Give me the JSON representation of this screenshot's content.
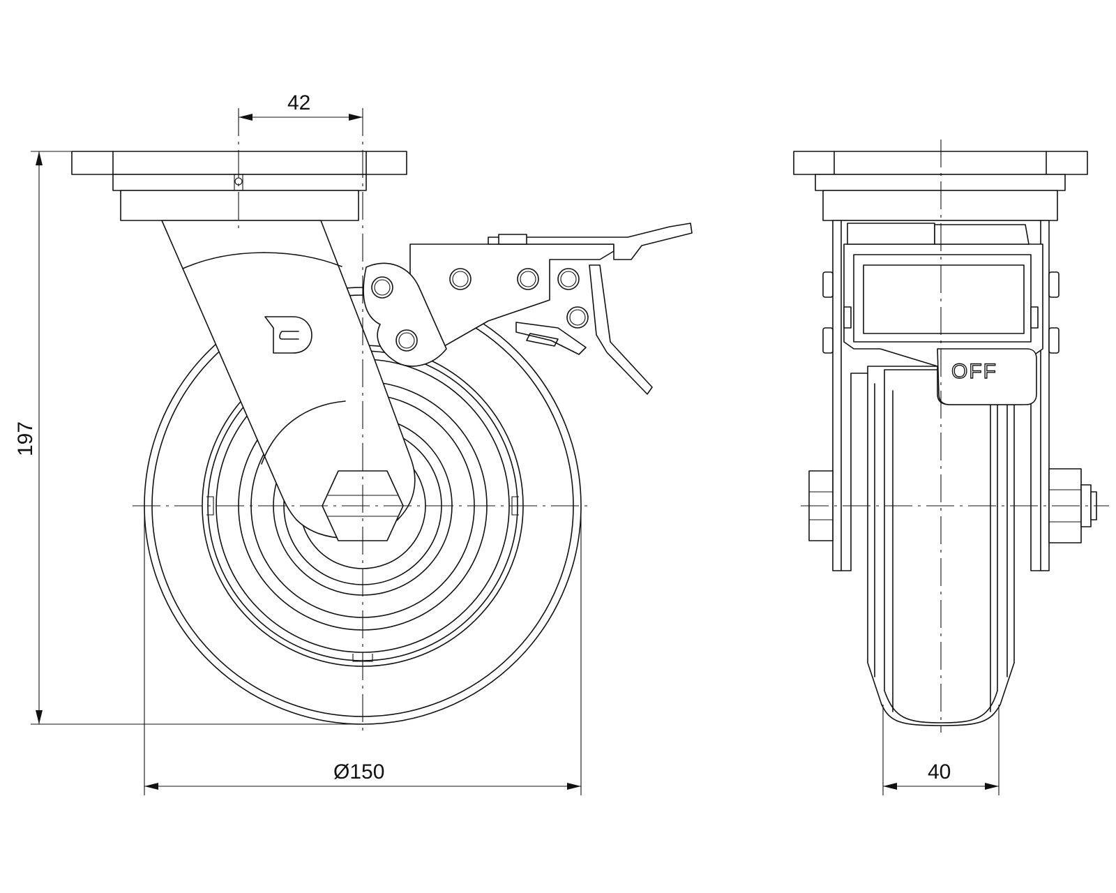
{
  "dimensions": {
    "swivel_offset": "42",
    "overall_height": "197",
    "wheel_diameter": "Ø150",
    "wheel_width": "40"
  },
  "brake_label": "OFF",
  "logo_letter": "D",
  "colors": {
    "line": "#111111",
    "background": "#ffffff"
  }
}
